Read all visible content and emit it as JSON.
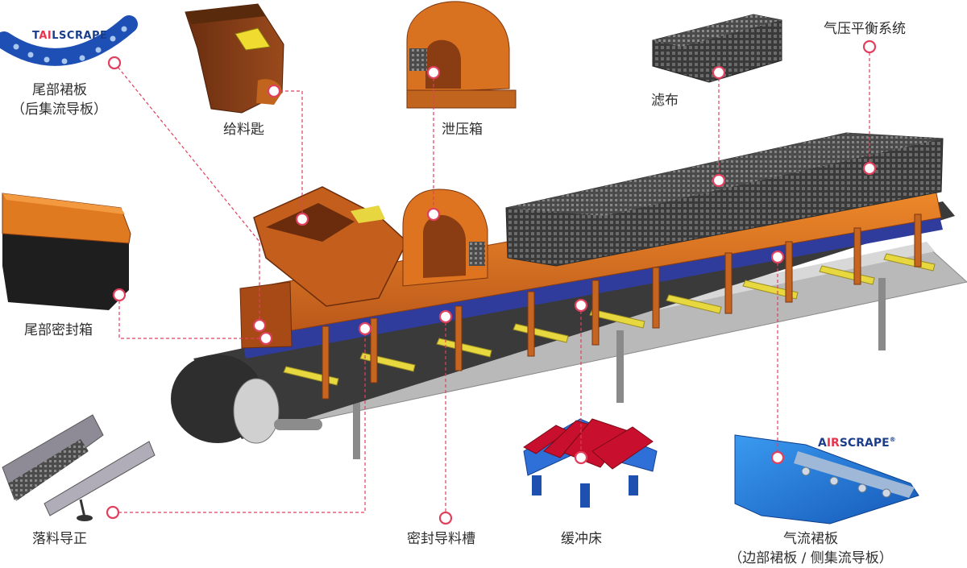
{
  "labels": {
    "tail_skirt": "尾部裙板",
    "tail_skirt_sub": "（后集流导板）",
    "feed_chute": "给料匙",
    "relief_box": "泄压箱",
    "filter_cloth": "滤布",
    "pressure_balance": "气压平衡系统",
    "tail_seal_box": "尾部密封箱",
    "drop_guide": "落料导正",
    "seal_chute": "密封导料槽",
    "impact_bed": "缓冲床",
    "air_skirt": "气流裙板",
    "air_skirt_sub": "（边部裙板 / 侧集流导板）"
  },
  "brands": {
    "tailscrape_a": "T",
    "tailscrape_b": "AI",
    "tailscrape_c": "LSCRAPE",
    "airscrape_a": "A",
    "airscrape_b": "IR",
    "airscrape_c": "SCRAPE",
    "airscrape_reg": "®"
  },
  "colors": {
    "leader": "#e0405e",
    "body_orange": "#d8741e",
    "body_dark": "#8a3d12",
    "belt": "#3c3c3c",
    "frame_blue": "#2f3c9c",
    "support_yellow": "#e8d840",
    "cover_grey": "#4a4a4a",
    "impact_red": "#c8102e",
    "airscrape_blue": "#2478d8"
  }
}
